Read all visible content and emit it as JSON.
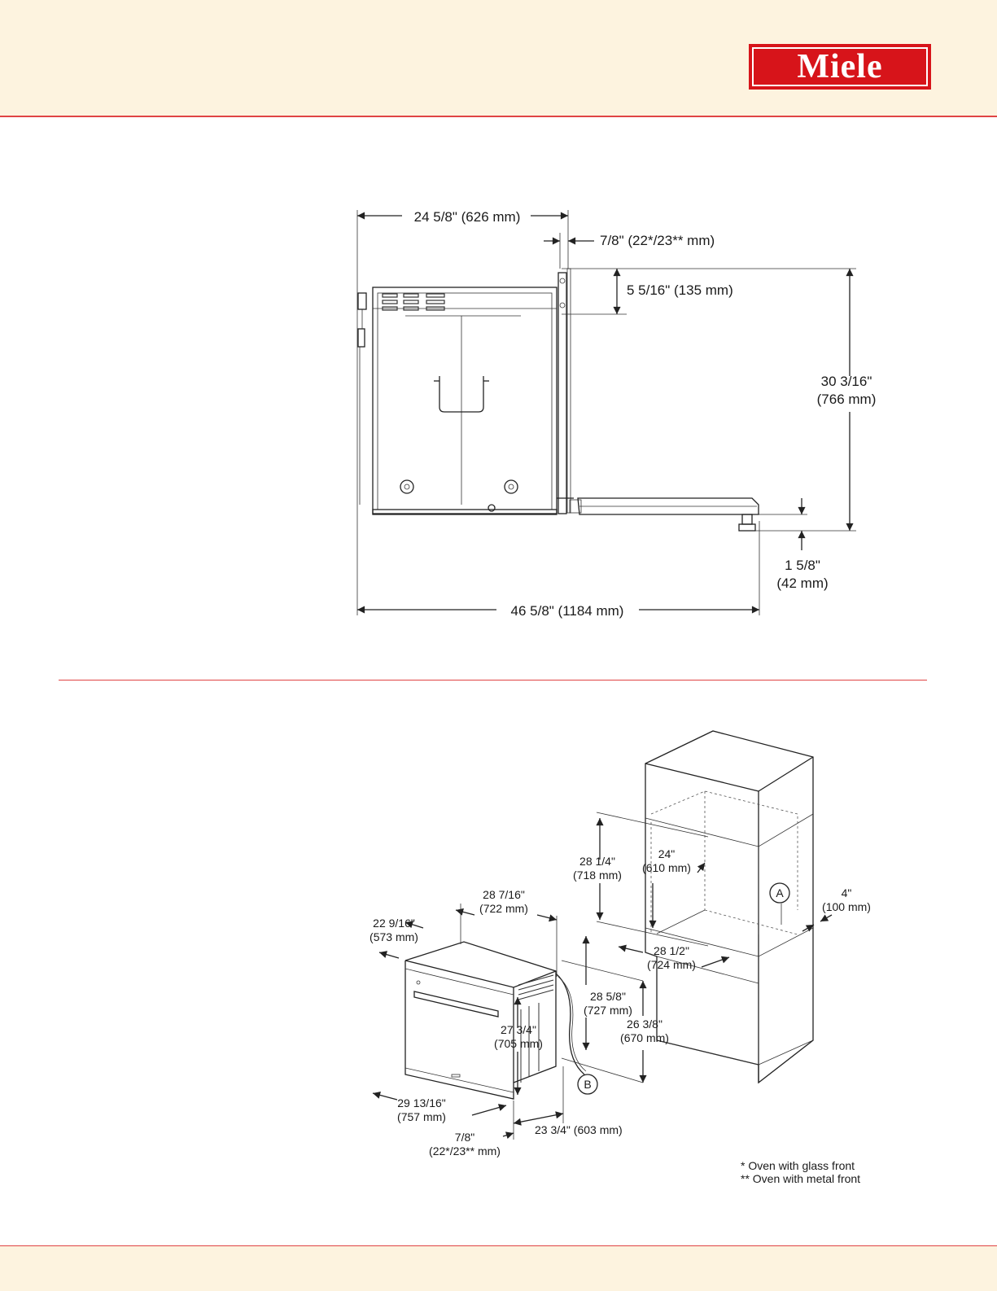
{
  "brand": {
    "logo_text": "Miele",
    "accent_color": "#e04444",
    "logo_color": "#d7141a",
    "header_bg": "#fdf3df"
  },
  "side_view": {
    "dims": {
      "depth_body": "24 5/8\" (626 mm)",
      "front_thickness": "7/8\" (22*/23** mm)",
      "top_offset": "5 5/16\" (135 mm)",
      "height_line1": "30 3/16\"",
      "height_line2": "(766 mm)",
      "foot_line1": "1 5/8\"",
      "foot_line2": "(42 mm)",
      "total_depth": "46 5/8\" (1184 mm)"
    }
  },
  "install_view": {
    "dims": {
      "niche_height_1": "28 1/4\"",
      "niche_height_2": "(718 mm)",
      "niche_depth_1": "24\"",
      "niche_depth_2": "(610 mm)",
      "gap_1": "4\"",
      "gap_2": "(100 mm)",
      "niche_width_1": "28 1/2\"",
      "niche_width_2": "(724 mm)",
      "top_width_1": "28 7/16\"",
      "top_width_2": "(722 mm)",
      "side_depth_1": "22 9/16\"",
      "side_depth_2": "(573 mm)",
      "front_height_1": "28 5/8\"",
      "front_height_2": "(727 mm)",
      "body_height_1": "27 3/4\"",
      "body_height_2": "(705 mm)",
      "niche_min_1": "26 3/8\"",
      "niche_min_2": "(670 mm)",
      "front_width_1": "29 13/16\"",
      "front_width_2": "(757 mm)",
      "front_thick_1": "7/8\"",
      "front_thick_2": "(22*/23** mm)",
      "body_width": "23 3/4\" (603 mm)"
    },
    "markers": {
      "a": "A",
      "b": "B"
    },
    "notes": {
      "glass": "*  Oven with glass front",
      "metal": "** Oven with metal front"
    }
  }
}
